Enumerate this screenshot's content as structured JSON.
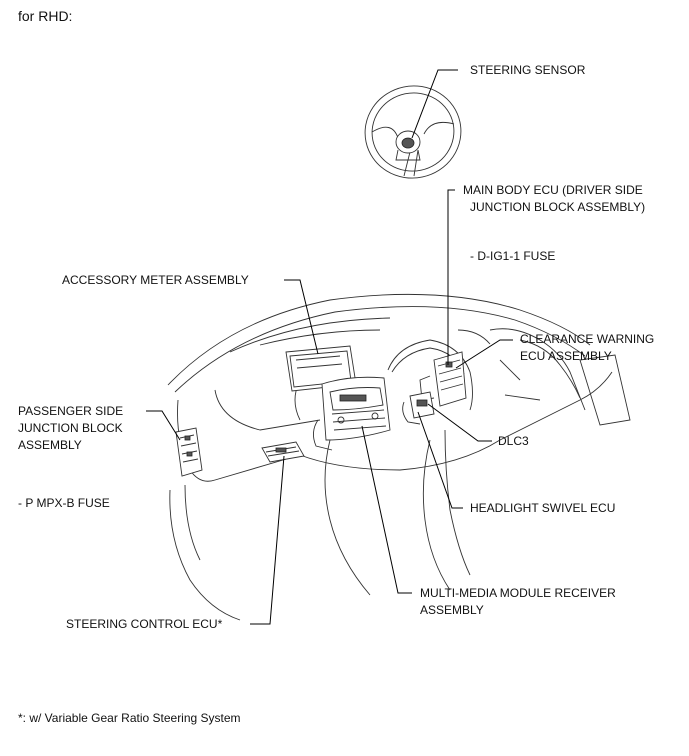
{
  "header": "for RHD:",
  "labels": {
    "steering_sensor": "STEERING SENSOR",
    "main_body_ecu_l1": "MAIN BODY ECU (DRIVER SIDE",
    "main_body_ecu_l2": "JUNCTION BLOCK ASSEMBLY)",
    "d_ig1_fuse": "- D-IG1-1 FUSE",
    "accessory_meter": "ACCESSORY METER ASSEMBLY",
    "clearance_l1": "CLEARANCE WARNING",
    "clearance_l2": "ECU ASSEMBLY",
    "passenger_jb_l1": "PASSENGER SIDE",
    "passenger_jb_l2": "JUNCTION BLOCK",
    "passenger_jb_l3": "ASSEMBLY",
    "dlc3": "DLC3",
    "p_mpx_b_fuse": "- P MPX-B FUSE",
    "headlight_swivel": "HEADLIGHT SWIVEL ECU",
    "multimedia_l1": "MULTI-MEDIA MODULE RECEIVER",
    "multimedia_l2": "ASSEMBLY",
    "steering_control": "STEERING CONTROL ECU*"
  },
  "footnote": "*: w/ Variable Gear Ratio Steering System"
}
